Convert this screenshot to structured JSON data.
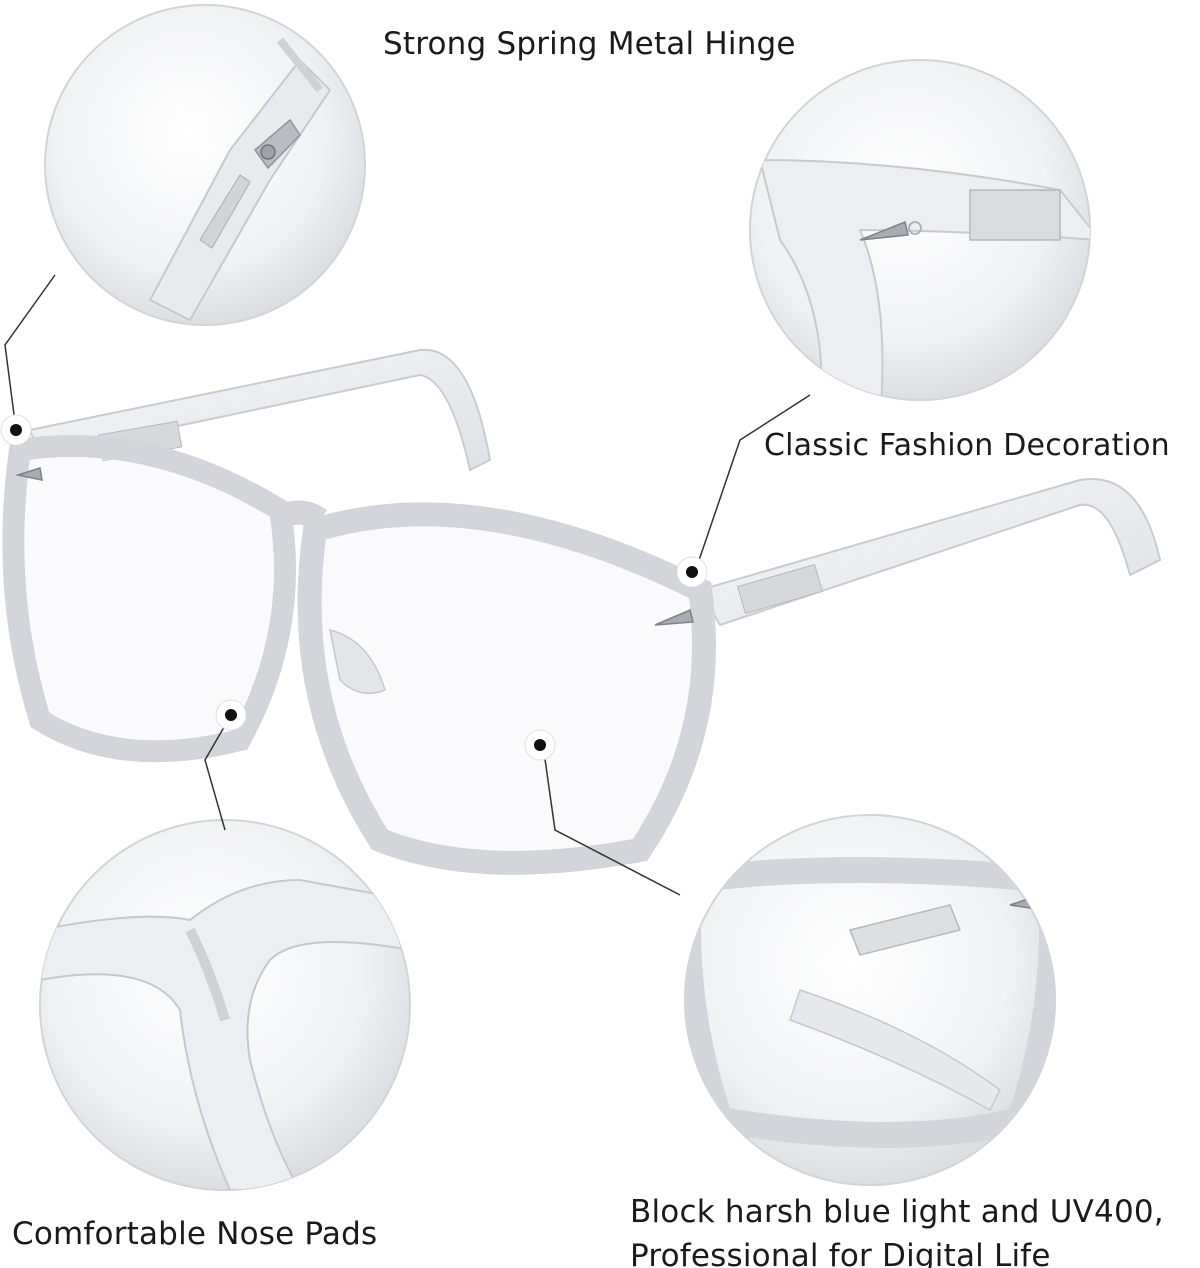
{
  "labels": {
    "hinge": "Strong Spring Metal Hinge",
    "decoration": "Classic Fashion Decoration",
    "nose_pads": "Comfortable Nose Pads",
    "blue_light_line1": "Block harsh blue light and UV400,",
    "blue_light_line2": "Professional for Digital Life"
  },
  "colors": {
    "background": "#ffffff",
    "text": "#1a1a1a",
    "frame_clear": "#e4e6ea",
    "marker": "#111111"
  }
}
